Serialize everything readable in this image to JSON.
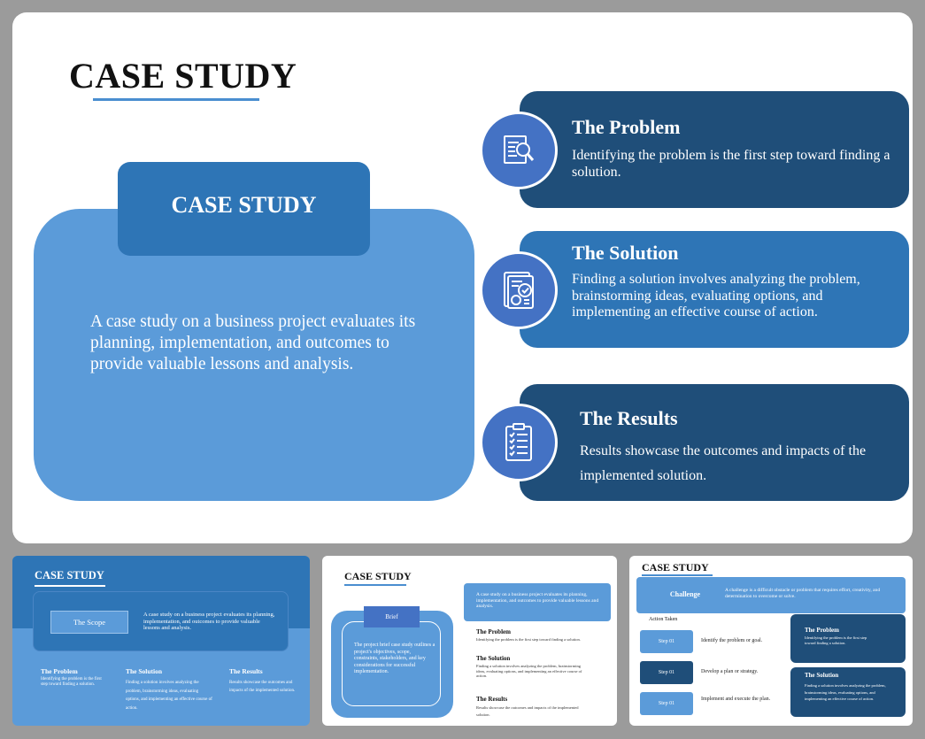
{
  "main": {
    "title": "CASE STUDY",
    "card_title": "CASE STUDY",
    "card_desc": "A case study on a business project evaluates its planning, implementation, and outcomes to provide valuable lessons and analysis.",
    "items": [
      {
        "title": "The Problem",
        "desc": "Identifying the problem is the first step toward finding a solution.",
        "icon": "search-document-icon"
      },
      {
        "title": "The Solution",
        "desc": "Finding a solution involves analyzing the problem, brainstorming ideas, evaluating options, and implementing an effective course of action.",
        "icon": "analysis-report-icon"
      },
      {
        "title": "The Results",
        "desc": "Results showcase the outcomes and impacts of the implemented solution.",
        "icon": "checklist-clipboard-icon"
      }
    ]
  },
  "thumbs": {
    "t1": {
      "title": "CASE STUDY",
      "scope_label": "The Scope",
      "scope_desc": "A case study on a business project evaluates its planning, implementation, and outcomes to provide valuable lessons and analysis.",
      "cols": [
        {
          "title": "The Problem",
          "desc": "Identifying the problem is the first step toward finding a solution."
        },
        {
          "title": "The Solution",
          "desc": "Finding a solution involves analyzing the problem, brainstorming ideas, evaluating options, and implementing an effective course of action."
        },
        {
          "title": "The Results",
          "desc": "Results showcase the outcomes and impacts of the implemented solution."
        }
      ]
    },
    "t2": {
      "title": "CASE STUDY",
      "brief_label": "Brief",
      "brief_desc": "The project brief case study outlines a project's objectives, scope, constraints, stakeholders, and key considerations for successful implementation.",
      "top_desc": "A case study on a business project evaluates its planning, implementation, and outcomes to provide valuable lessons and analysis.",
      "items": [
        {
          "title": "The Problem",
          "desc": "Identifying the problem is the first step toward finding a solution."
        },
        {
          "title": "The Solution",
          "desc": "Finding a solution involves analyzing the problem, brainstorming ideas, evaluating options, and implementing an effective course of action."
        },
        {
          "title": "The Results",
          "desc": "Results showcase the outcomes and impacts of the implemented solution."
        }
      ]
    },
    "t3": {
      "title": "CASE STUDY",
      "challenge_label": "Challenge",
      "challenge_desc": "A challenge is a difficult obstacle or problem that requires effort, creativity, and determination to overcome or solve.",
      "action_label": "Action Taken",
      "steps": [
        {
          "label": "Step 01",
          "text": "Identify the problem or goal."
        },
        {
          "label": "Step 01",
          "text": "Develop a plan or strategy."
        },
        {
          "label": "Step 01",
          "text": "Implement and execute the plan."
        }
      ],
      "side": [
        {
          "title": "The Problem",
          "desc": "Identifying the problem is the first step toward finding a solution."
        },
        {
          "title": "The Solution",
          "desc": "Finding a solution involves analyzing the problem, brainstorming ideas, evaluating options, and implementing an effective course of action."
        }
      ]
    }
  },
  "colors": {
    "dark_blue": "#1f4e79",
    "mid_blue": "#2e75b6",
    "light_blue": "#5b9bd9",
    "icon_blue": "#4472c4"
  }
}
